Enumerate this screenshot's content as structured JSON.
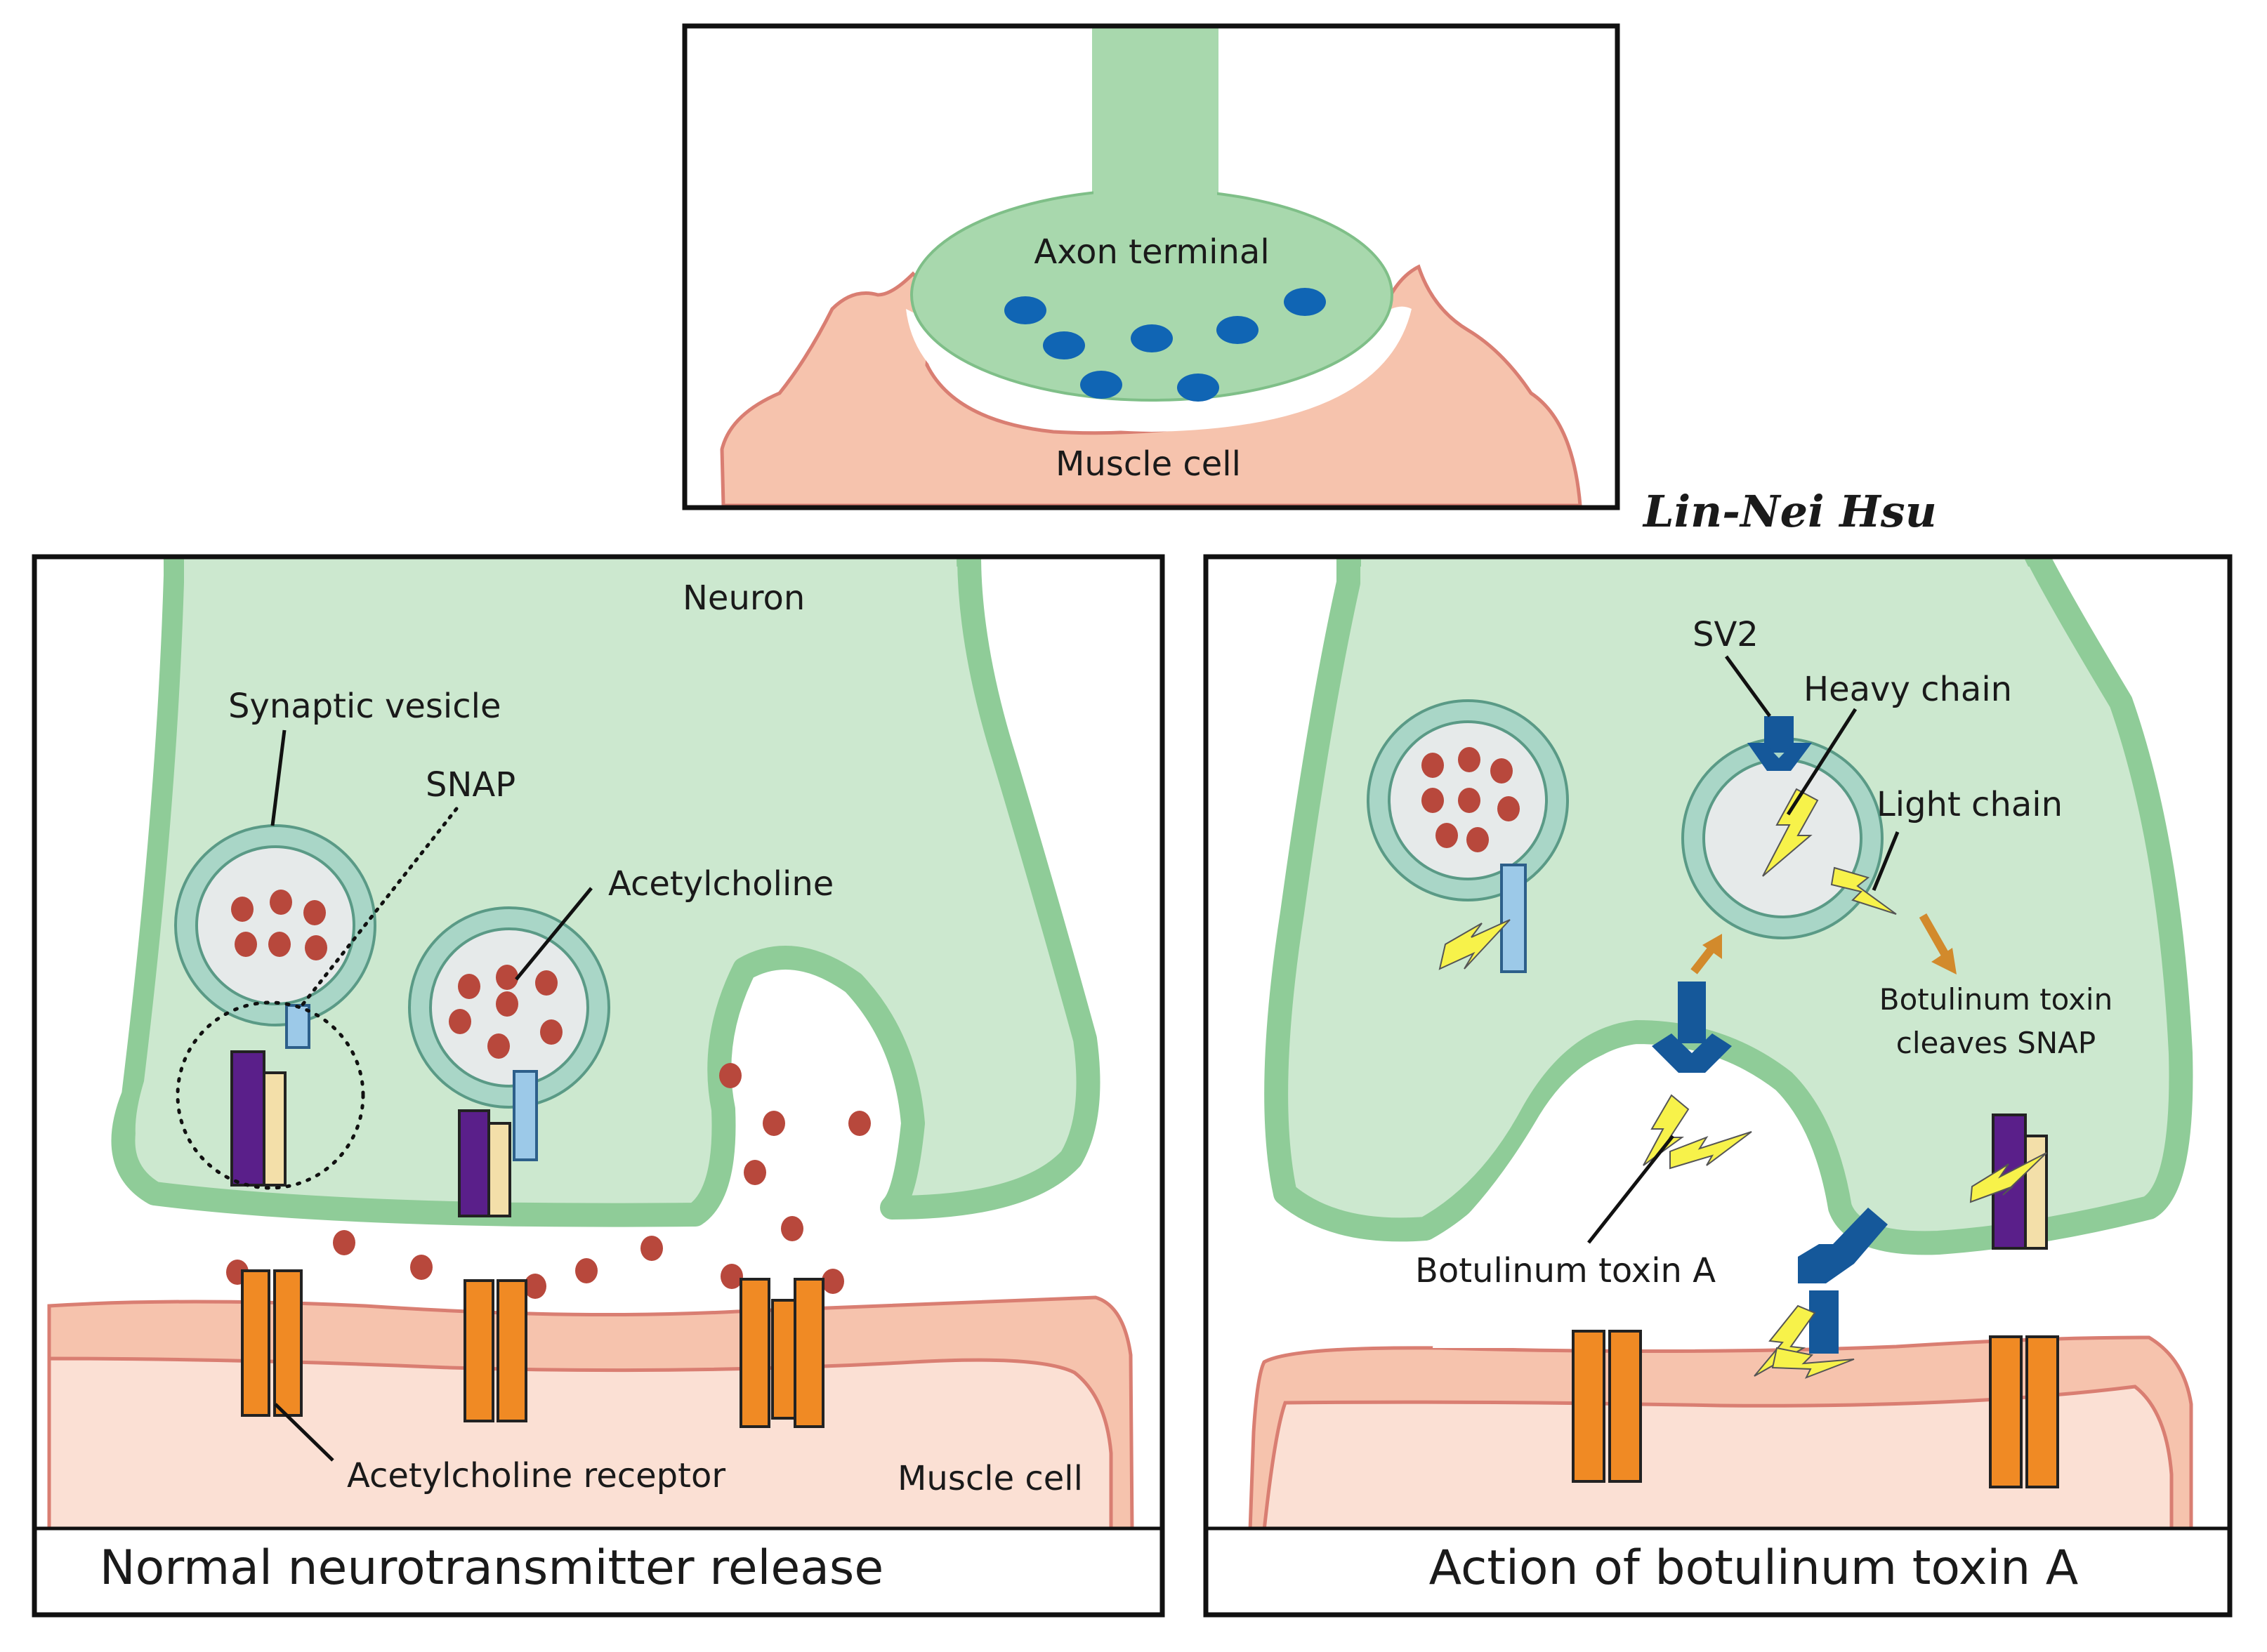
{
  "colors": {
    "neuron_fill": "#cce8cf",
    "neuron_membrane": "#8fcc98",
    "terminal_fill": "#a8d8ad",
    "muscle_fill": "#f6c3ad",
    "muscle_inner": "#fbe0d4",
    "muscle_edge": "#d97e72",
    "vesicle_blue": "#1065b4",
    "acetylcholine": "#b8483c",
    "vesicle_lumen": "#e6eaea",
    "vesicle_ring": "#a9d6c7",
    "snap_blue": "#9cc9e8",
    "snap_purple": "#5a1f8a",
    "snap_cream": "#f3dfa9",
    "receptor": "#f08a24",
    "sv2_blue": "#15589a",
    "toxin_yellow": "#f7f24a",
    "arrow_orange": "#d28a2c"
  },
  "top_panel": {
    "axon_terminal_label": "Axon terminal",
    "muscle_cell_label": "Muscle cell"
  },
  "signature": "Lin-Nei Hsu",
  "left_panel": {
    "neuron_label": "Neuron",
    "synaptic_vesicle_label": "Synaptic vesicle",
    "snap_label": "SNAP",
    "acetylcholine_label": "Acetylcholine",
    "receptor_label": "Acetylcholine receptor",
    "muscle_cell_label": "Muscle cell",
    "caption": "Normal neurotransmitter release"
  },
  "right_panel": {
    "sv2_label": "SV2",
    "heavy_chain_label": "Heavy chain",
    "light_chain_label": "Light chain",
    "cleaves_line1": "Botulinum toxin",
    "cleaves_line2": "cleaves SNAP",
    "toxin_a_label": "Botulinum toxin A",
    "caption": "Action of botulinum toxin A"
  }
}
